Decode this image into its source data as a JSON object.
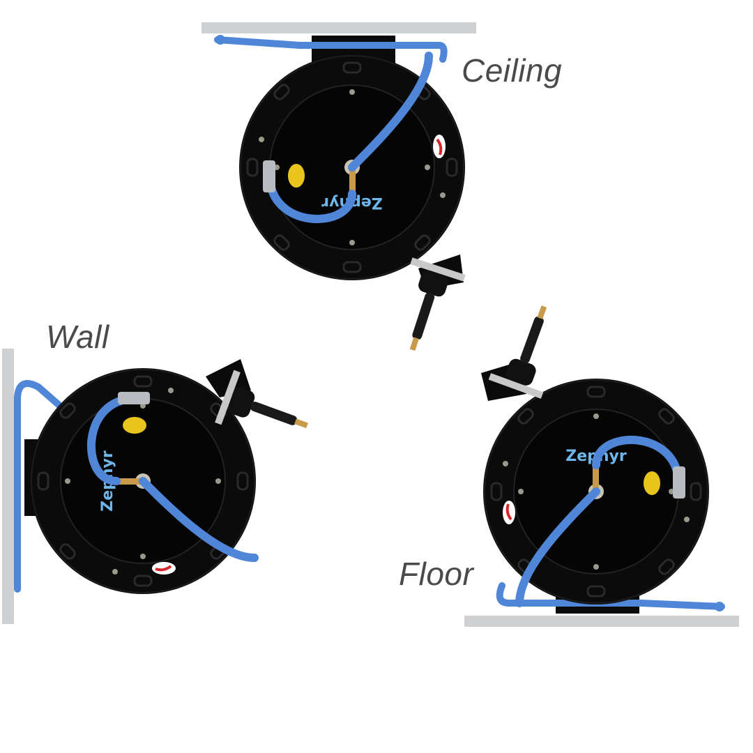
{
  "image": {
    "subject": "Retractable air hose reel shown in three mounting orientations",
    "brand_text": "Zephyr",
    "colors": {
      "background": "#ffffff",
      "mount_surface": "#cfd0d2",
      "reel_body": "#0b0b0c",
      "hose": "#4f86d8",
      "label_text": "#4a4a4c",
      "brand_text": "#6fb6ea",
      "brass": "#c99a4a",
      "warning_label": "#e8c51c",
      "arrow": "#d8262a"
    }
  },
  "mounts": [
    {
      "id": "ceiling",
      "label": "Ceiling"
    },
    {
      "id": "wall",
      "label": "Wall"
    },
    {
      "id": "floor",
      "label": "Floor"
    }
  ]
}
